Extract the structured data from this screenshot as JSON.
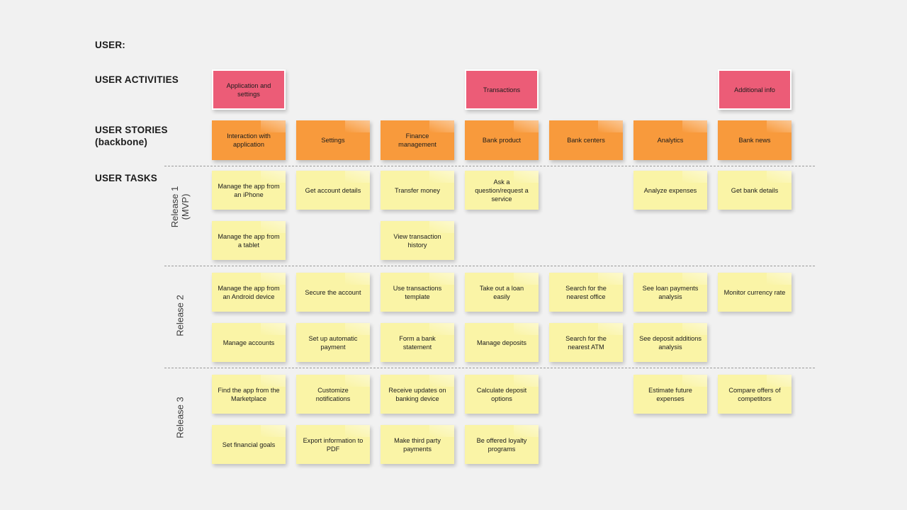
{
  "board": {
    "background_color": "#f1f1f1",
    "title_rows": {
      "user": "USER:",
      "activities": "USER ACTIVITIES",
      "stories": "USER STORIES\n(backbone)",
      "tasks": "USER TASKS"
    },
    "colors": {
      "activity_card": "#ec5c77",
      "story_card": "#f89a3c",
      "task_card": "#faf4a6",
      "divider": "#9a9a9a"
    }
  },
  "releases": [
    {
      "label": "Release 1\n(MVP)"
    },
    {
      "label": "Release 2"
    },
    {
      "label": "Release 3"
    }
  ],
  "activities": [
    {
      "label": "Application and\nsettings",
      "column": 0,
      "width": 104
    },
    {
      "label": "Transactions",
      "column": 3,
      "width": 104
    },
    {
      "label": "Additional info",
      "column": 6,
      "width": 104
    }
  ],
  "stories": [
    {
      "label": "Interaction with\napplication",
      "column": 0
    },
    {
      "label": "Settings",
      "column": 1
    },
    {
      "label": "Finance\nmanagement",
      "column": 2
    },
    {
      "label": "Bank product",
      "column": 3
    },
    {
      "label": "Bank centers",
      "column": 4
    },
    {
      "label": "Analytics",
      "column": 5
    },
    {
      "label": "Bank news",
      "column": 6
    }
  ],
  "tasks": {
    "release_1": [
      [
        {
          "label": "Manage the app from\nan iPhone",
          "column": 0
        },
        {
          "label": "Get account details",
          "column": 1
        },
        {
          "label": "Transfer money",
          "column": 2
        },
        {
          "label": "Ask a\nquestion/request a\nservice",
          "column": 3
        },
        {
          "label": "Analyze expenses",
          "column": 5
        },
        {
          "label": "Get bank details",
          "column": 6
        }
      ],
      [
        {
          "label": "Manage the app from\na tablet",
          "column": 0
        },
        {
          "label": "View transaction\nhistory",
          "column": 2
        }
      ]
    ],
    "release_2": [
      [
        {
          "label": "Manage the app from\nan Android device",
          "column": 0
        },
        {
          "label": "Secure the account",
          "column": 1
        },
        {
          "label": "Use transactions\ntemplate",
          "column": 2
        },
        {
          "label": "Take out a loan\neasily",
          "column": 3
        },
        {
          "label": "Search for the\nnearest office",
          "column": 4
        },
        {
          "label": "See loan payments\nanalysis",
          "column": 5
        },
        {
          "label": "Monitor currency rate",
          "column": 6
        }
      ],
      [
        {
          "label": "Manage accounts",
          "column": 0
        },
        {
          "label": "Set up automatic\npayment",
          "column": 1
        },
        {
          "label": "Form a bank\nstatement",
          "column": 2
        },
        {
          "label": "Manage deposits",
          "column": 3
        },
        {
          "label": "Search for the\nnearest ATM",
          "column": 4
        },
        {
          "label": "See deposit additions\nanalysis",
          "column": 5
        }
      ]
    ],
    "release_3": [
      [
        {
          "label": "Find the app from the\nMarketplace",
          "column": 0
        },
        {
          "label": "Customize\nnotifications",
          "column": 1
        },
        {
          "label": "Receive updates on\nbanking device",
          "column": 2
        },
        {
          "label": "Calculate deposit\noptions",
          "column": 3
        },
        {
          "label": "Estimate future\nexpenses",
          "column": 5
        },
        {
          "label": "Compare offers of\ncompetitors",
          "column": 6
        }
      ],
      [
        {
          "label": "Set financial goals",
          "column": 0
        },
        {
          "label": "Export information to\nPDF",
          "column": 1
        },
        {
          "label": "Make third party\npayments",
          "column": 2
        },
        {
          "label": "Be offered loyalty\nprograms",
          "column": 3
        }
      ]
    ]
  }
}
